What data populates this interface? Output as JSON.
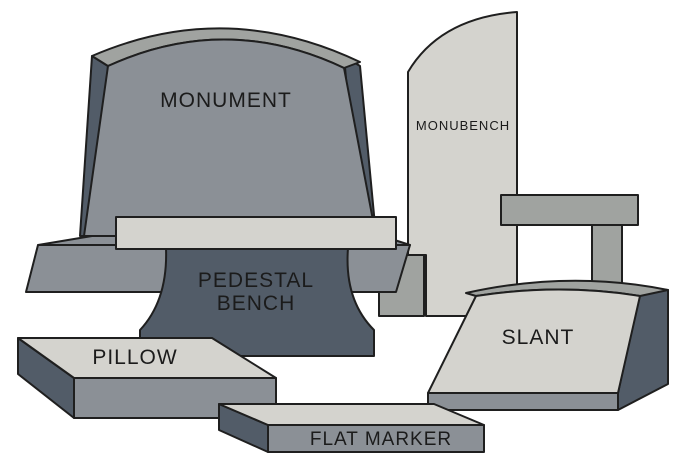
{
  "diagram": {
    "labels": {
      "monument": "MONUMENT",
      "monubench": "MONUBENCH",
      "pedestal_bench_line1": "PEDESTAL",
      "pedestal_bench_line2": "BENCH",
      "pillow": "PILLOW",
      "slant": "SLANT",
      "flat_marker": "FLAT MARKER"
    },
    "colors": {
      "light_stone": "#d4d3ce",
      "mid_stone": "#8b9096",
      "medium_gray": "#a0a3a0",
      "dark_slate": "#525c68",
      "outline": "#1f1f1f",
      "background": "#ffffff"
    }
  }
}
